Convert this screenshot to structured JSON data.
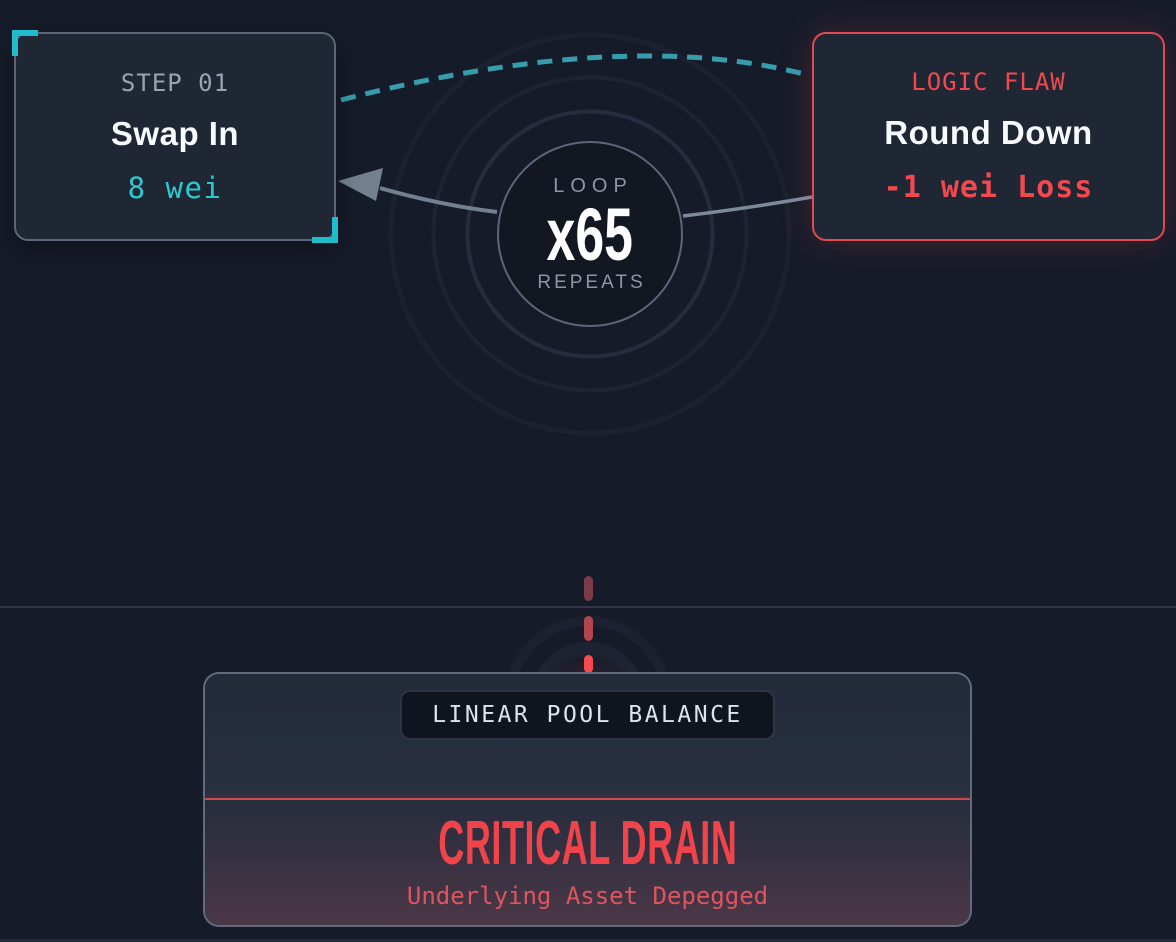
{
  "step_card": {
    "eyebrow": "STEP 01",
    "title": "Swap In",
    "value": "8 wei"
  },
  "flaw_card": {
    "eyebrow": "LOGIC FLAW",
    "title": "Round Down",
    "value": "-1 wei Loss"
  },
  "loop_badge": {
    "label_top": "LOOP",
    "count": "x65",
    "label_bottom": "REPEATS"
  },
  "pool_panel": {
    "label": "LINEAR POOL BALANCE",
    "status": "CRITICAL DRAIN",
    "substatus": "Underlying Asset Depegged"
  },
  "colors": {
    "background": "#161b29",
    "card_background": "#1f2634",
    "accent_teal": "#2cc9cf",
    "alert_red": "#f2484e",
    "connector_gray": "#73808f",
    "panel_divider_red": "#c94b52"
  }
}
